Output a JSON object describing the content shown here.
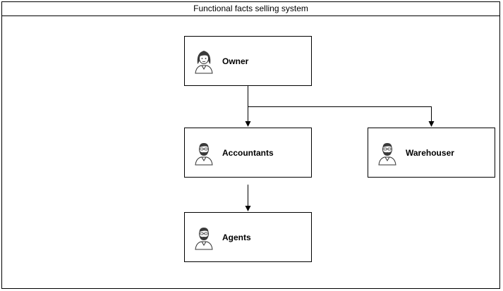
{
  "diagram": {
    "title": "Functional facts selling system",
    "nodes": {
      "owner": {
        "label": "Owner",
        "icon": "woman-avatar-icon"
      },
      "accountants": {
        "label": "Accountants",
        "icon": "bearded-man-avatar-icon"
      },
      "warehouser": {
        "label": "Warehouser",
        "icon": "bearded-man-avatar-icon"
      },
      "agents": {
        "label": "Agents",
        "icon": "bearded-man-avatar-icon"
      }
    },
    "edges": [
      {
        "from": "owner",
        "to": "accountants"
      },
      {
        "from": "owner",
        "to": "warehouser"
      },
      {
        "from": "accountants",
        "to": "agents"
      }
    ],
    "colors": {
      "line": "#000000",
      "background": "#ffffff"
    }
  }
}
